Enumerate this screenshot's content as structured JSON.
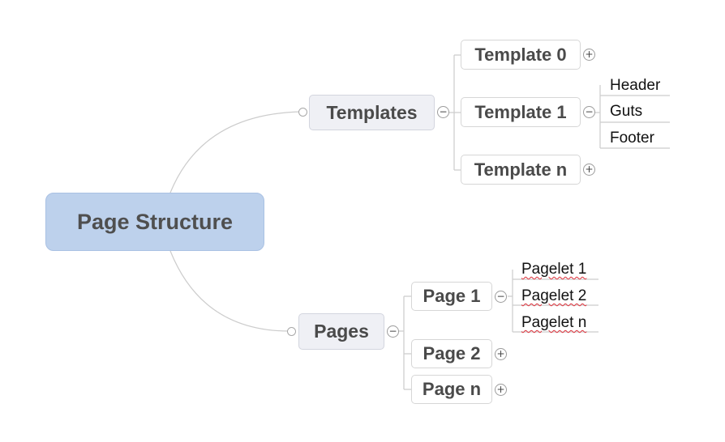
{
  "central_topic": {
    "label": "Page Structure"
  },
  "branches": [
    {
      "label": "Templates",
      "collapse_icon": "minus-icon",
      "children": [
        {
          "label": "Template 0",
          "toggle_icon": "plus-icon"
        },
        {
          "label": "Template 1",
          "toggle_icon": "minus-icon",
          "children": [
            "Header",
            "Guts",
            "Footer"
          ]
        },
        {
          "label": "Template n",
          "toggle_icon": "plus-icon"
        }
      ]
    },
    {
      "label": "Pages",
      "collapse_icon": "minus-icon",
      "children": [
        {
          "label": "Page 1",
          "toggle_icon": "minus-icon",
          "children": [
            "Pagelet 1",
            "Pagelet 2",
            "Pagelet n"
          ]
        },
        {
          "label": "Page 2",
          "toggle_icon": "plus-icon"
        },
        {
          "label": "Page n",
          "toggle_icon": "plus-icon"
        }
      ]
    }
  ],
  "colors": {
    "central_fill": "#bdd1ec",
    "main_fill": "#eff0f5",
    "connector": "#cccccc"
  }
}
